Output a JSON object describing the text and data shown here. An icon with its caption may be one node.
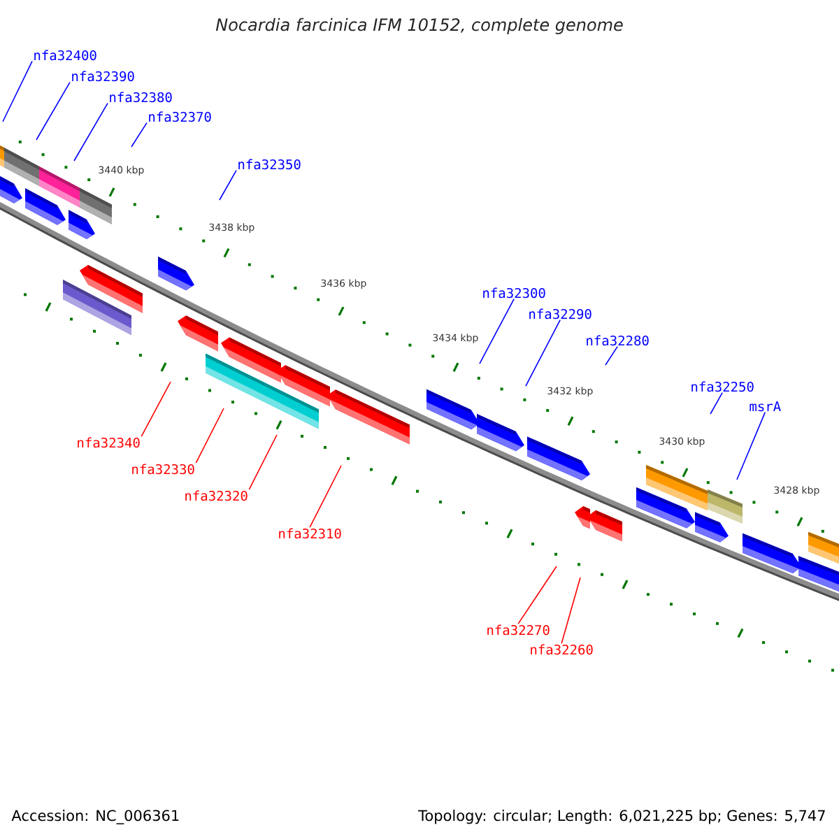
{
  "diagram": {
    "title": "Nocardia farcinica IFM 10152, complete genome",
    "nodes": [
      {
        "text": [
          "nfa32400"
        ]
      },
      {
        "text": [
          "nfa32390"
        ]
      },
      {
        "text": [
          "nfa32380"
        ]
      },
      {
        "text": [
          "nfa32370"
        ]
      },
      {
        "text": [
          "nfa32350"
        ]
      },
      {
        "text": [
          "nfa32300"
        ]
      },
      {
        "text": [
          "nfa32290"
        ]
      },
      {
        "text": [
          "nfa32280"
        ]
      },
      {
        "text": [
          "nfa32250"
        ]
      },
      {
        "text": [
          "msrA"
        ]
      },
      {
        "text": [
          "nfa32340"
        ]
      },
      {
        "text": [
          "nfa32330"
        ]
      },
      {
        "text": [
          "nfa32320"
        ]
      },
      {
        "text": [
          "nfa32310"
        ]
      },
      {
        "text": [
          "nfa32270"
        ]
      },
      {
        "text": [
          "nfa32260"
        ]
      }
    ],
    "edges": [
      {
        "from": 0,
        "to": null,
        "arrow": "none"
      },
      {
        "from": 1,
        "to": null,
        "arrow": "none"
      },
      {
        "from": 2,
        "to": null,
        "arrow": "none"
      },
      {
        "from": 3,
        "to": null,
        "arrow": "none"
      },
      {
        "from": 4,
        "to": null,
        "arrow": "none"
      },
      {
        "from": 5,
        "to": null,
        "arrow": "none"
      },
      {
        "from": 6,
        "to": null,
        "arrow": "none"
      },
      {
        "from": 7,
        "to": null,
        "arrow": "none"
      },
      {
        "from": 8,
        "to": null,
        "arrow": "none"
      },
      {
        "from": 9,
        "to": null,
        "arrow": "none"
      },
      {
        "from": 10,
        "to": null,
        "arrow": "none",
        "color": "#ff0000"
      },
      {
        "from": 11,
        "to": null,
        "arrow": "none",
        "color": "#ff0000"
      },
      {
        "from": 12,
        "to": null,
        "arrow": "none",
        "color": "#ff0000"
      },
      {
        "from": 13,
        "to": null,
        "arrow": "none",
        "color": "#ff0000"
      },
      {
        "from": 14,
        "to": null,
        "arrow": "none",
        "color": "#ff0000"
      },
      {
        "from": 15,
        "to": null,
        "arrow": "none",
        "color": "#ff0000"
      }
    ],
    "labels": [
      "3440 kbp",
      "3438 kbp",
      "3436 kbp",
      "3434 kbp",
      "3432 kbp",
      "3430 kbp",
      "3428 kbp",
      "Accession: NC_006361",
      "Topology: circular; Length: 6,021,225 bp; Genes: 5,747"
    ]
  }
}
